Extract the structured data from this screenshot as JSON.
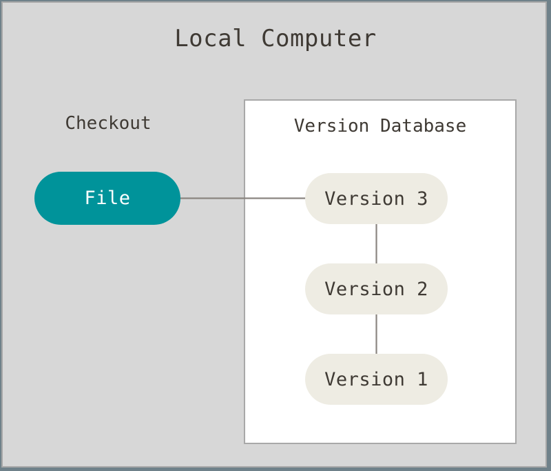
{
  "diagram": {
    "type": "local-version-control-diagram",
    "title": "Local Computer",
    "background_color": "#d7d7d7",
    "frame_border_color": "#a8a8a8",
    "page_background_color": "#6f818a",
    "text_color": "#3f3a34",
    "connector_color": "#8a8580"
  },
  "checkout": {
    "label": "Checkout",
    "node": {
      "label": "File",
      "fill_color": "#00939a",
      "text_color": "#ffffff",
      "shape": "pill"
    }
  },
  "version_database": {
    "label": "Version Database",
    "panel_background_color": "#ffffff",
    "panel_border_color": "#a8a8a8",
    "versions": [
      {
        "label": "Version 3",
        "fill_color": "#eeece3",
        "text_color": "#3f3a34",
        "shape": "pill"
      },
      {
        "label": "Version 2",
        "fill_color": "#eeece3",
        "text_color": "#3f3a34",
        "shape": "pill"
      },
      {
        "label": "Version 1",
        "fill_color": "#eeece3",
        "text_color": "#3f3a34",
        "shape": "pill"
      }
    ]
  },
  "connections": [
    {
      "from": "File",
      "to": "Version 3",
      "orientation": "horizontal"
    },
    {
      "from": "Version 3",
      "to": "Version 2",
      "orientation": "vertical"
    },
    {
      "from": "Version 2",
      "to": "Version 1",
      "orientation": "vertical"
    }
  ]
}
